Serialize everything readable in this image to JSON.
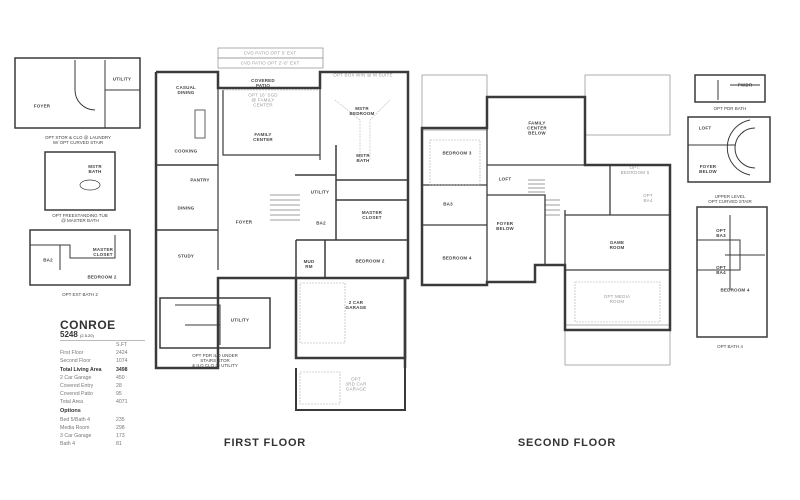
{
  "plan": {
    "name": "CONROE",
    "number": "5248",
    "revision": "(2.5.20)",
    "sqft_header": "S.FT",
    "areas": [
      {
        "label": "First Floor",
        "value": "2424"
      },
      {
        "label": "Second Floor",
        "value": "1074"
      },
      {
        "label": "Total Living Area",
        "value": "3498",
        "bold": true
      },
      {
        "label": "2 Car Garage",
        "value": "450"
      },
      {
        "label": "Covered Entry",
        "value": "28"
      },
      {
        "label": "Covered Patio",
        "value": "95"
      },
      {
        "label": "Total Area",
        "value": "4071"
      }
    ],
    "options_header": "Options",
    "options": [
      {
        "label": "Bed 5/Bath 4",
        "value": "235"
      },
      {
        "label": "Media Room",
        "value": "298"
      },
      {
        "label": "3 Car Garage",
        "value": "173"
      },
      {
        "label": "Bath 4",
        "value": "81"
      }
    ]
  },
  "first_floor": {
    "title": "FIRST FLOOR",
    "rooms": {
      "patio_ext1": "CVD PATIO OPT 5' EXT",
      "patio_ext2": "CVD PATIO OPT 2'-6\" EXT",
      "covered_patio": "COVERED\nPATIO",
      "opt_box_win": "OPT BOX WIN @ M SUITE",
      "casual_dining": "CASUAL\nDINING",
      "opt_sgd": "OPT 16' SGD\n@ FAMILY\nCENTER",
      "family_center": "FAMILY\nCENTER",
      "mstr_bedroom": "MSTR\nBEDROOM",
      "cooking": "COOKING",
      "mstr_bath": "MSTR\nBATH",
      "pantry": "PANTRY",
      "utility": "UTILITY",
      "dining": "DINING",
      "master_closet": "MASTER\nCLOSET",
      "foyer": "FOYER",
      "bath2": "BA2",
      "study": "STUDY",
      "mud_rm": "MUD\nRM",
      "bedroom2": "BEDROOM 2",
      "garage": "2 CAR\nGARAGE",
      "opt_garage": "OPT\n3RD CAR\nGARAGE"
    }
  },
  "second_floor": {
    "title": "SECOND FLOOR",
    "rooms": {
      "family_below": "FAMILY\nCENTER\nBELOW",
      "bedroom3": "BEDROOM 3",
      "loft": "LOFT",
      "opt_bedroom5": "OPT.\nBEDROOM 5",
      "bath3": "BA3",
      "opt_bath": "OPT\nBA4",
      "foyer_below": "FOYER\nBELOW",
      "game_room": "GAME\nROOM",
      "bedroom4": "BEDROOM 4",
      "opt_media": "OPT MEDIA\nROOM"
    }
  },
  "insets": {
    "curved_stair": {
      "caption": "OPT STOR & CLO @ LAUNDRY\nW/ OPT CURVED STAIR",
      "foyer": "FOYER",
      "utility": "UTILITY"
    },
    "freestanding_tub": {
      "caption": "OPT FREESTANDING TUB\n@ MASTER BATH",
      "room": "MSTR\nBATH"
    },
    "ext_bath2": {
      "caption": "OPT EXT BATH 2",
      "closet": "MASTER\nCLOSET",
      "bath": "BA2",
      "bedroom": "BEDROOM 2"
    },
    "under_stairs": {
      "caption": "OPT PDR ILO UNDER\nSTAIRS STOR\n& ILO CLO @ UTILITY",
      "utility": "UTILITY"
    },
    "pdr_bath": {
      "caption": "OPT PDR BATH",
      "room": "PWDR"
    },
    "upper_stair": {
      "caption": "UPPER LEVEL\nOPT CURVED STAIR",
      "loft": "LOFT",
      "foyer": "FOYER\nBELOW"
    },
    "bath4": {
      "caption": "OPT BATH 4",
      "ba3": "OPT\nBA3",
      "ba4": "OPT\nBA4",
      "bedroom": "BEDROOM 4"
    }
  },
  "colors": {
    "wall": "#3a3a3a",
    "dashed": "#aaaaaa",
    "text": "#444444"
  }
}
